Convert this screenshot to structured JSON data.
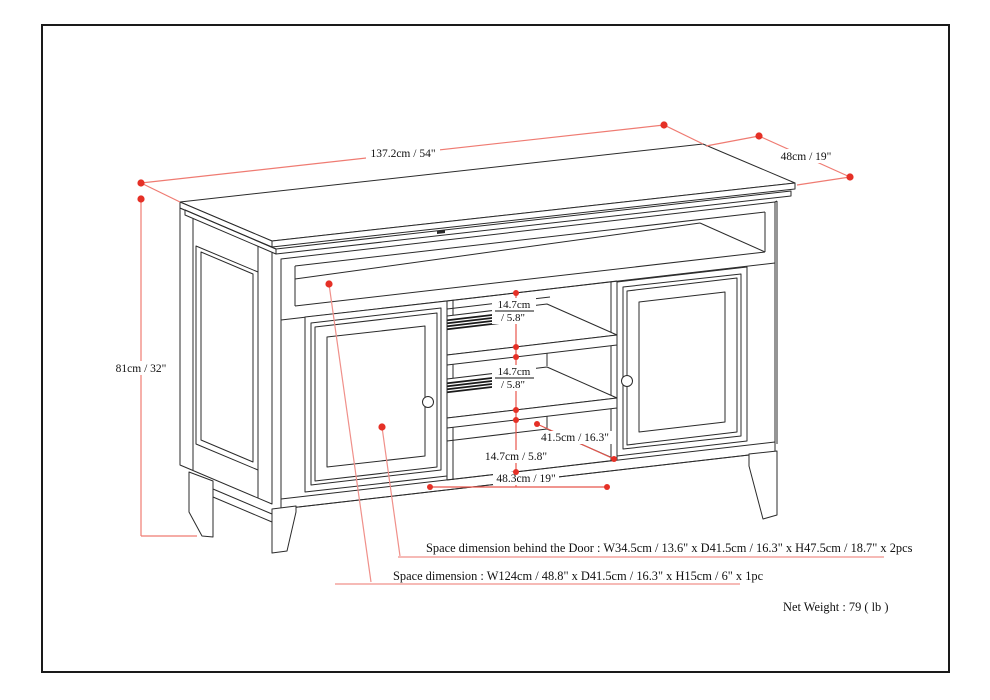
{
  "drawing": {
    "dim_width": "137.2cm / 54\"",
    "dim_depth": "48cm / 19\"",
    "dim_height": "81cm / 32\"",
    "gap1_cm": "14.7cm",
    "gap1_in": "/ 5.8\"",
    "gap2_cm": "14.7cm",
    "gap2_in": "/ 5.8\"",
    "gap3": "14.7cm / 5.8\"",
    "interior_depth": "41.5cm / 16.3\"",
    "interior_width": "48.3cm / 19\""
  },
  "notes": {
    "behind_door": "Space dimension behind the Door  : W34.5cm / 13.6\" x D41.5cm / 16.3\" x H47.5cm / 18.7\" x 2pcs",
    "open_space": "Space dimension : W124cm / 48.8\" x D41.5cm / 16.3\" x H15cm / 6\" x 1pc",
    "net_weight": "Net Weight : 79 ( lb )"
  },
  "colors": {
    "line": "#2b2b2b",
    "dot_red": "#e53026",
    "dim_red": "#ef7b72",
    "leader_red": "#f0908a",
    "border": "#1a1a1a"
  }
}
